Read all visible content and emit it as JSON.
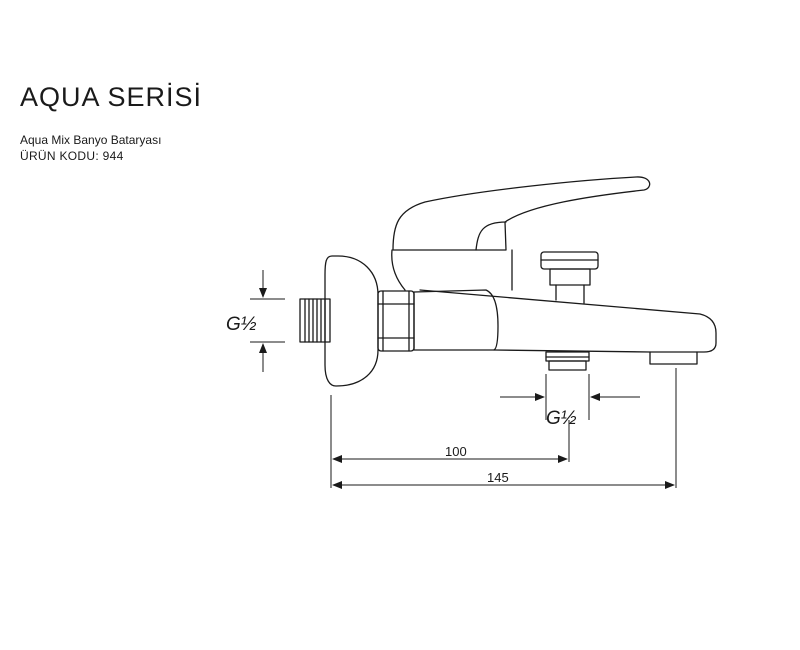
{
  "header": {
    "series_title": "AQUA SERİSİ",
    "product_name": "Aqua Mix Banyo Bataryası",
    "product_code": "ÜRÜN KODU: 944"
  },
  "drawing": {
    "thread_label_inlet": "G½",
    "thread_label_outlet": "G½",
    "dim_inner": "100",
    "dim_outer": "145"
  }
}
